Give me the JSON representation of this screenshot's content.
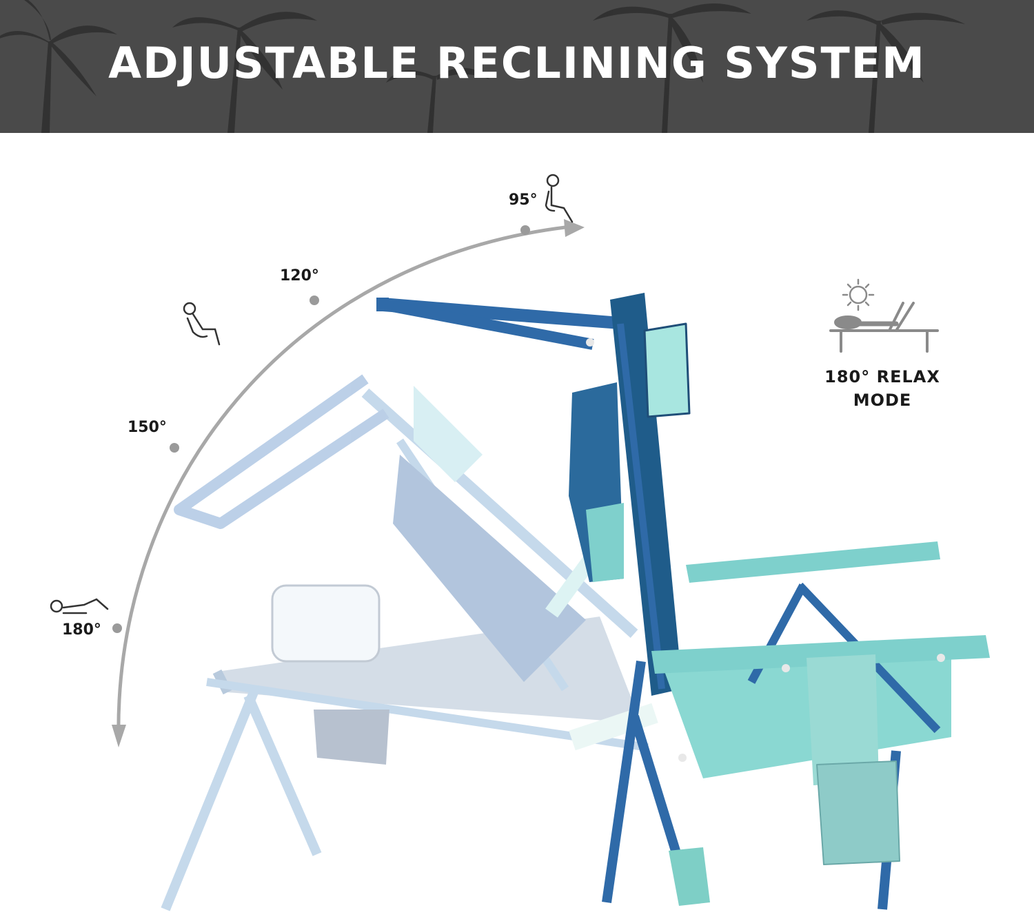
{
  "banner": {
    "title": "ADJUSTABLE RECLINING SYSTEM"
  },
  "angles": [
    {
      "id": "95",
      "label": "95°"
    },
    {
      "id": "120",
      "label": "120°"
    },
    {
      "id": "150",
      "label": "150°"
    },
    {
      "id": "180",
      "label": "180°"
    }
  ],
  "relax_mode": {
    "line1": "180° RELAX",
    "line2": "MODE"
  },
  "colors": {
    "banner_bg": "#4a4a4a",
    "arc": "#a8a8a8",
    "frame_dark": "#2f6aa8",
    "frame_light": "#9fc0de",
    "fabric_teal": "#8ad8d2",
    "fabric_navy": "#1f5c8a"
  }
}
